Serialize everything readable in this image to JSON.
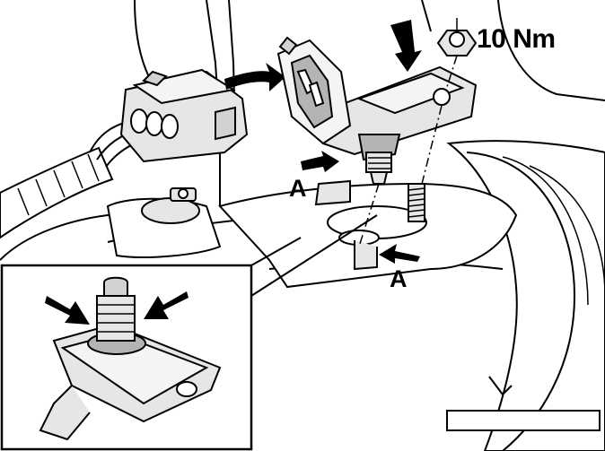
{
  "labels": {
    "torque": "10 Nm",
    "clip_upper": "A",
    "clip_lower": "A"
  },
  "colors": {
    "line": "#000000",
    "part_fill": "#e6e6e6",
    "part_shadow": "#b4b4b4",
    "background": "#ffffff",
    "arrow": "#000000"
  },
  "icons": {
    "fit_direction": "arrow-right-icon",
    "press_direction": "arrow-down-icon",
    "clip_pointer": "arrow-icon"
  }
}
